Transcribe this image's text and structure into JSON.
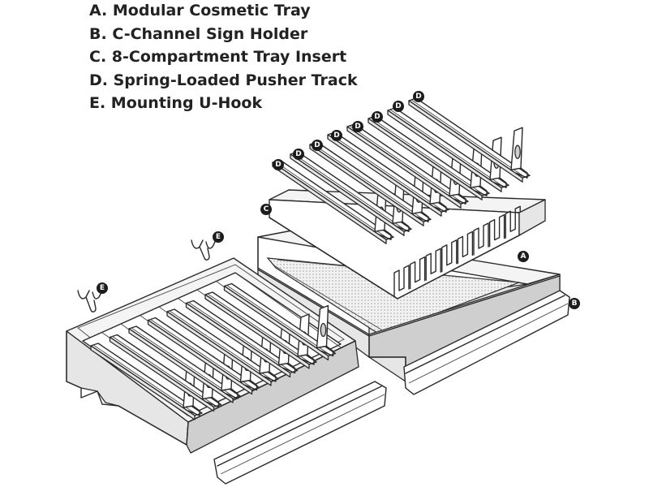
{
  "legend": [
    {
      "letter": "A",
      "text": "A. Modular Cosmetic Tray"
    },
    {
      "letter": "B",
      "text": "B. C-Channel Sign Holder"
    },
    {
      "letter": "C",
      "text": "C. 8-Compartment Tray Insert"
    },
    {
      "letter": "D",
      "text": "D. Spring-Loaded Pusher Track"
    },
    {
      "letter": "E",
      "text": "E. Mounting U-Hook"
    }
  ],
  "callouts": {
    "tray": "A",
    "sign_holder": "B",
    "tray_insert": "C",
    "pusher_track": "D",
    "u_hook": "E"
  },
  "colors": {
    "line": "#2a2a2a",
    "badge": "#1c1c1c",
    "badge_text": "#ffffff"
  }
}
